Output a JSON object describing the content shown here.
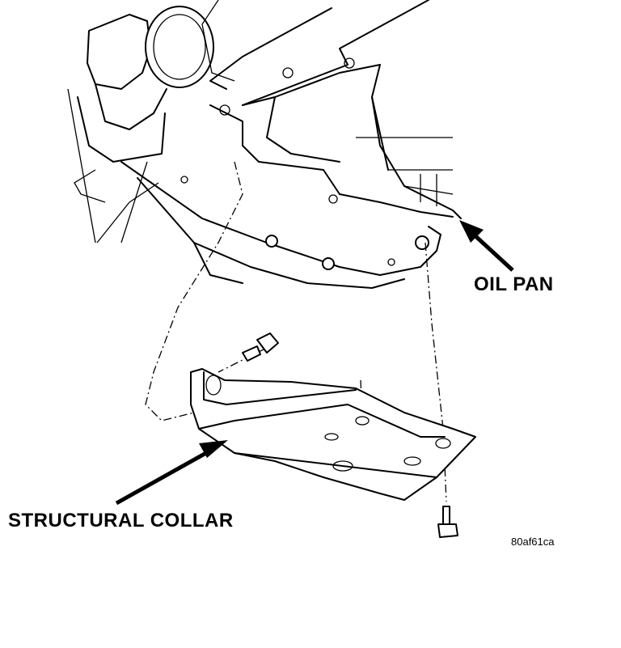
{
  "labels": {
    "oil_pan": "OIL PAN",
    "structural_collar": "STRUCTURAL COLLAR",
    "figure_code": "80af61ca"
  }
}
